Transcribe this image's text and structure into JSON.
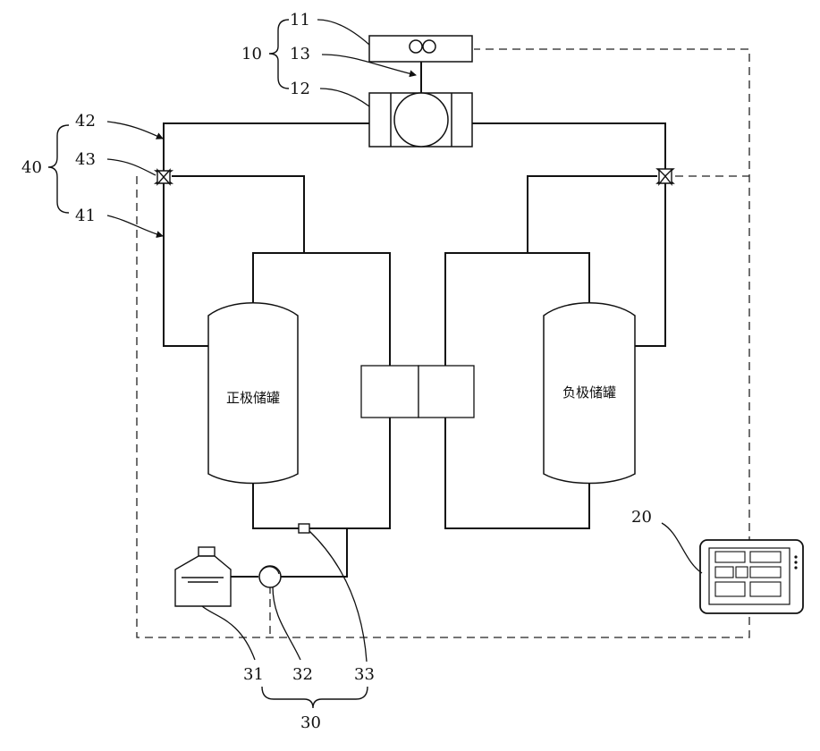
{
  "labels": {
    "n10": "10",
    "n11": "11",
    "n12": "12",
    "n13": "13",
    "n20": "20",
    "n30": "30",
    "n31": "31",
    "n32": "32",
    "n33": "33",
    "n40": "40",
    "n41": "41",
    "n42": "42",
    "n43": "43"
  },
  "tanks": {
    "positive": "正极储罐",
    "negative": "负极储罐"
  }
}
